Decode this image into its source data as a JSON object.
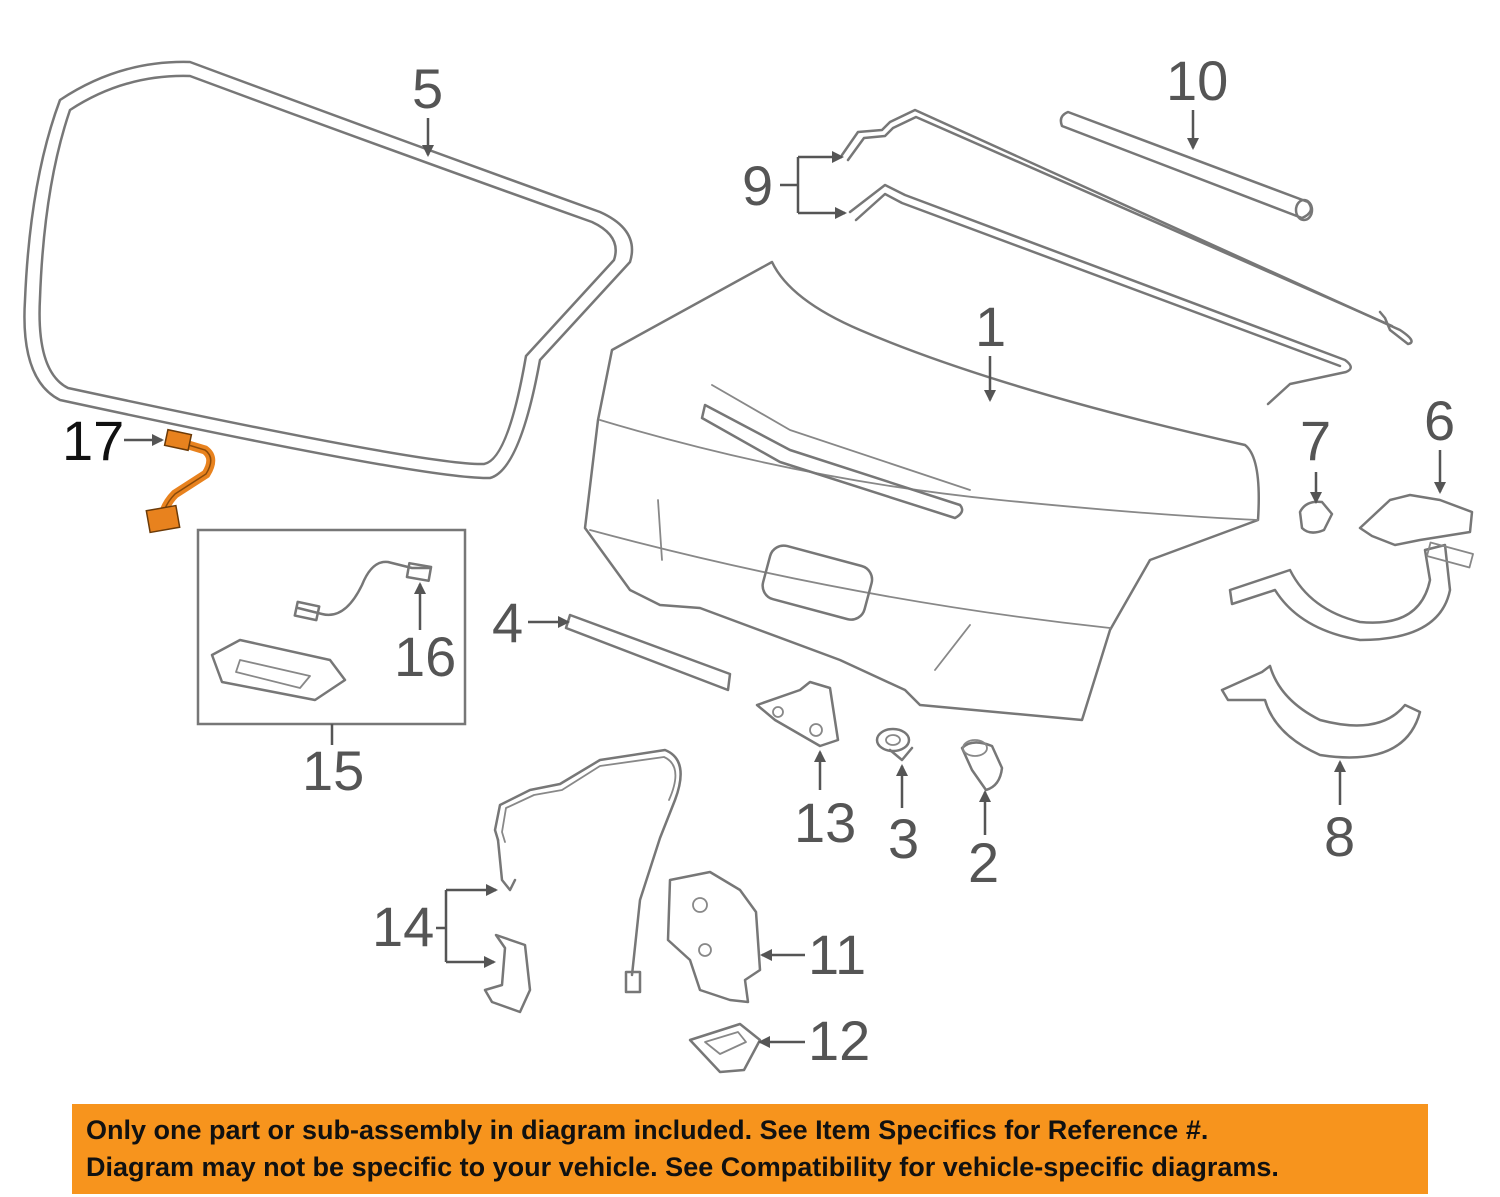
{
  "diagram": {
    "callouts": [
      "1",
      "2",
      "3",
      "4",
      "5",
      "6",
      "7",
      "8",
      "9",
      "10",
      "11",
      "12",
      "13",
      "14",
      "15",
      "16",
      "17"
    ],
    "highlighted_part": "17",
    "highlight_color": "#e8821e",
    "line_color": "#777777"
  },
  "disclaimer": {
    "line1": "Only one part or sub-assembly in diagram included. See Item Specifics for Reference #.",
    "line2": "Diagram may not be specific to your vehicle. See Compatibility for vehicle-specific diagrams.",
    "background": "#f7941d"
  }
}
